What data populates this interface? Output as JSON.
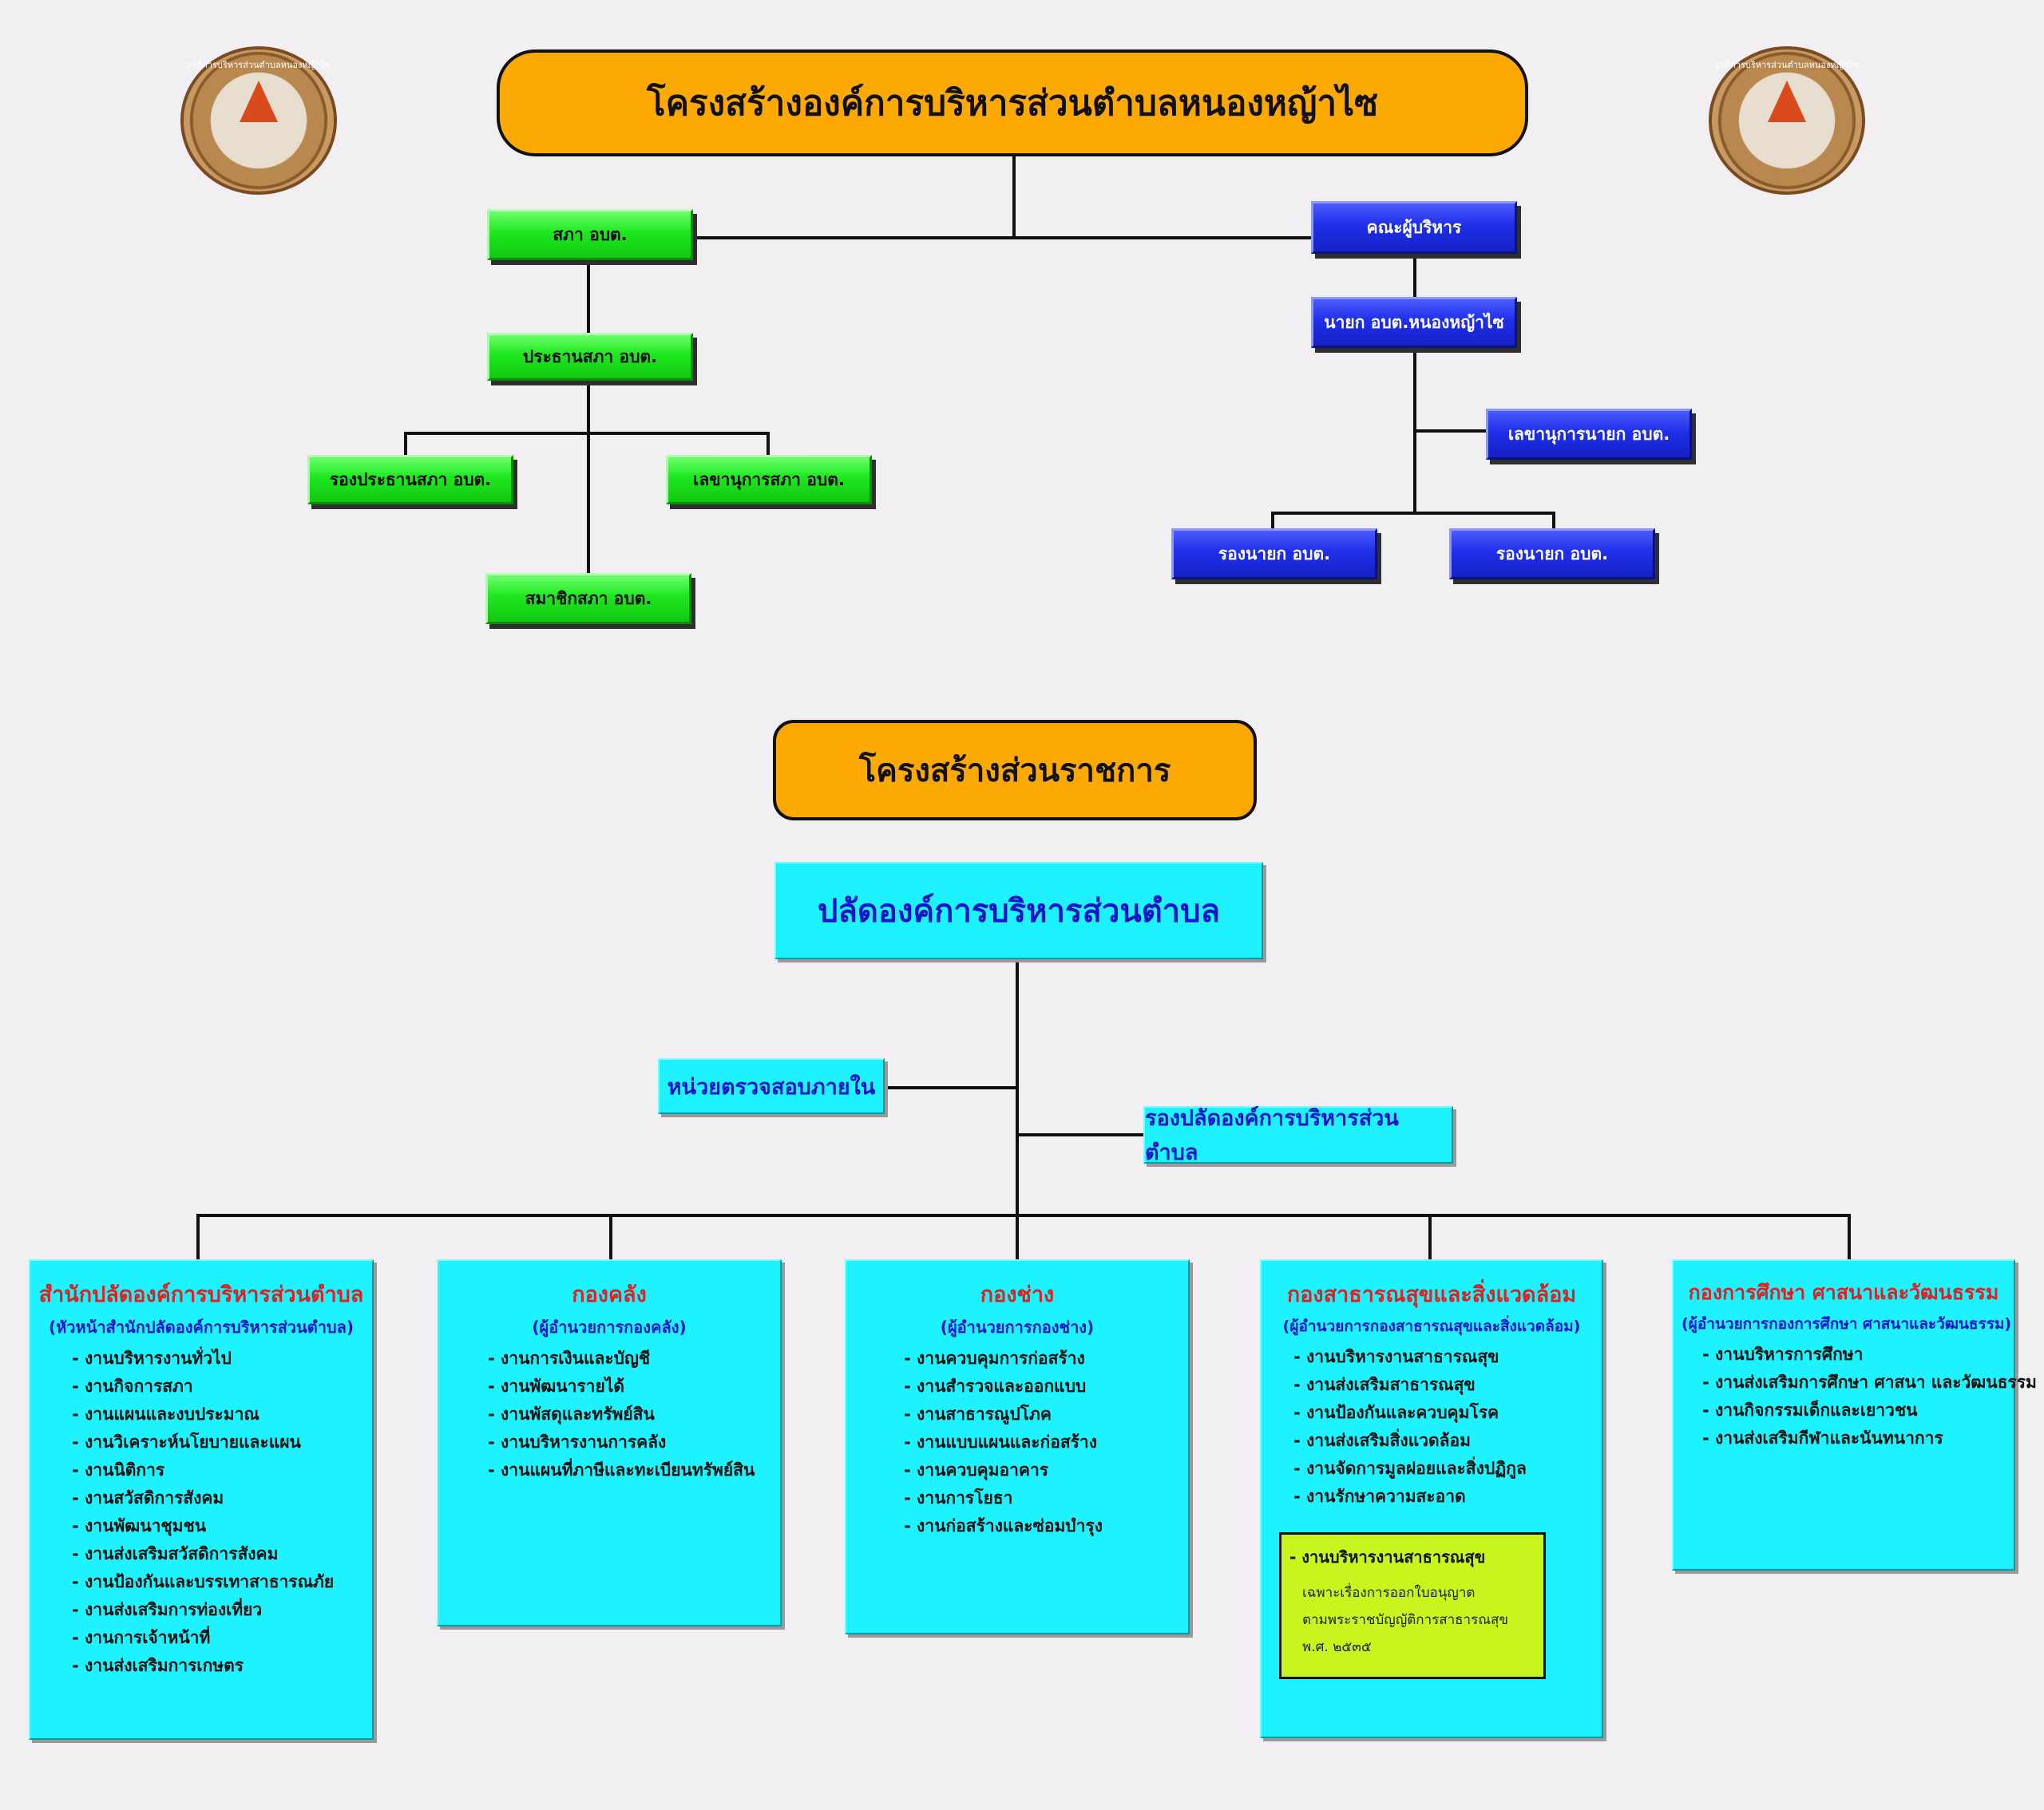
{
  "header": {
    "title": "โครงสร้างองค์การบริหารส่วนตำบลหนองหญ้าไซ",
    "seal_text": "องค์การบริหารส่วนตำบลหนองหญ้าไซ"
  },
  "council": {
    "council": "สภา อบต.",
    "chair": "ประธานสภา อบต.",
    "vice_chair": "รองประธานสภา อบต.",
    "secretary": "เลขานุการสภา อบต.",
    "members": "สมาชิกสภา อบต."
  },
  "executive": {
    "board": "คณะผู้บริหาร",
    "mayor": "นายก อบต.หนองหญ้าไซ",
    "secretary": "เลขานุการนายก อบต.",
    "deputy_1": "รองนายก อบต.",
    "deputy_2": "รองนายก อบต."
  },
  "gov": {
    "title": "โครงสร้างส่วนราชการ",
    "clerk": "ปลัดองค์การบริหารส่วนตำบล",
    "audit": "หน่วยตรวจสอบภายใน",
    "deputy_clerk": "รองปลัดองค์การบริหารส่วนตำบล"
  },
  "departments": [
    {
      "title": "สำนักปลัดองค์การบริหารส่วนตำบล",
      "sub": "(หัวหน้าสำนักปลัดองค์การบริหารส่วนตำบล)",
      "items": [
        "- งานบริหารงานทั่วไป",
        "- งานกิจการสภา",
        "- งานแผนและงบประมาณ",
        "- งานวิเคราะห์นโยบายและแผน",
        "- งานนิติการ",
        "- งานสวัสดิการสังคม",
        "- งานพัฒนาชุมชน",
        "- งานส่งเสริมสวัสดิการสังคม",
        "- งานป้องกันและบรรเทาสาธารณภัย",
        "- งานส่งเสริมการท่องเที่ยว",
        "- งานการเจ้าหน้าที่",
        "- งานส่งเสริมการเกษตร"
      ]
    },
    {
      "title": "กองคลัง",
      "sub": "(ผู้อำนวยการกองคลัง)",
      "items": [
        "- งานการเงินและบัญชี",
        "- งานพัฒนารายได้",
        "- งานพัสดุและทรัพย์สิน",
        "- งานบริหารงานการคลัง",
        "- งานแผนที่ภาษีและทะเบียนทรัพย์สิน"
      ]
    },
    {
      "title": "กองช่าง",
      "sub": "(ผู้อำนวยการกองช่าง)",
      "items": [
        "- งานควบคุมการก่อสร้าง",
        "- งานสำรวจและออกแบบ",
        "- งานสาธารณูปโภค",
        "- งานแบบแผนและก่อสร้าง",
        "- งานควบคุมอาคาร",
        "- งานการโยธา",
        "- งานก่อสร้างและซ่อมบำรุง"
      ]
    },
    {
      "title": "กองสาธารณสุขและสิ่งแวดล้อม",
      "sub": "(ผู้อำนวยการกองสาธารณสุขและสิ่งแวดล้อม)",
      "items": [
        "- งานบริหารงานสาธารณสุข",
        "- งานส่งเสริมสาธารณสุข",
        "- งานป้องกันและควบคุมโรค",
        "- งานส่งเสริมสิ่งแวดล้อม",
        "- งานจัดการมูลฝอยและสิ่งปฏิกูล",
        "- งานรักษาความสะอาด"
      ],
      "note": {
        "title": "- งานบริหารงานสาธารณสุข",
        "lines": [
          "เฉพาะเรื่องการออกใบอนุญาต",
          "ตามพระราชบัญญัติการสาธารณสุข",
          "พ.ศ. ๒๕๓๕"
        ]
      }
    },
    {
      "title": "กองการศึกษา ศาสนาและวัฒนธรรม",
      "sub": "(ผู้อำนวยการกองการศึกษา ศาสนาและวัฒนธรรม)",
      "items": [
        "- งานบริหารการศึกษา",
        "- งานส่งเสริมการศึกษา ศาสนา และวัฒนธรรม",
        "- งานกิจกรรมเด็กและเยาวชน",
        "- งานส่งเสริมกีฬาและนันทนาการ"
      ]
    }
  ]
}
